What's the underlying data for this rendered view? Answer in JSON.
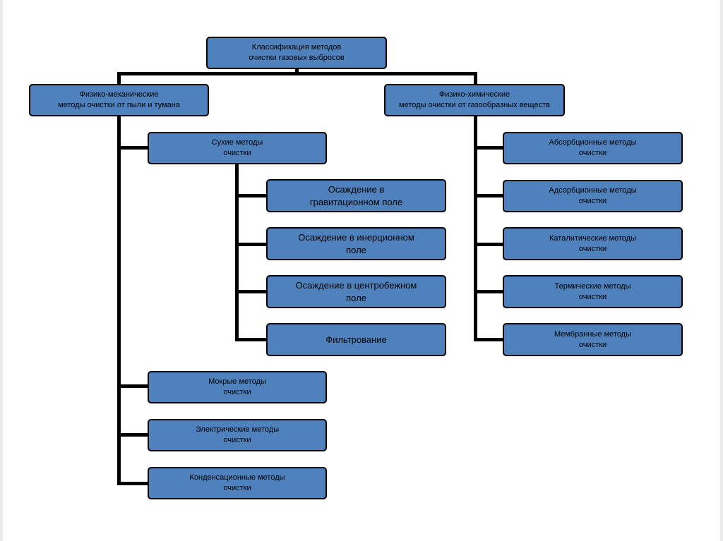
{
  "diagram": {
    "root": {
      "line1": "Классификация методов",
      "line2": "очистки газовых выбросов"
    },
    "mech": {
      "line1": "Физико-механические",
      "line2": "методы очистки от пыли и тумана",
      "children": {
        "dry": {
          "line1": "Сухие методы",
          "line2": "очистки",
          "children": {
            "gravity": {
              "line1": "Осаждение в",
              "line2": "гравитационном поле"
            },
            "inertia": {
              "line1": "Осаждение в инерционном",
              "line2": "поле"
            },
            "centrifugal": {
              "line1": "Осаждение в центробежном",
              "line2": "поле"
            },
            "filtration": {
              "line1": "Фильтрование",
              "line2": ""
            }
          }
        },
        "wet": {
          "line1": "Мокрые методы",
          "line2": "очистки"
        },
        "electric": {
          "line1": "Электрические методы",
          "line2": "очистки"
        },
        "condensation": {
          "line1": "Конденсационные методы",
          "line2": "очистки"
        }
      }
    },
    "chem": {
      "line1": "Физико-химические",
      "line2": "методы очистки от газообразных веществ",
      "children": {
        "absorption": {
          "line1": "Абсорбционные методы",
          "line2": "очистки"
        },
        "adsorption": {
          "line1": "Адсорбционные методы",
          "line2": "очистки"
        },
        "catalytic": {
          "line1": "Каталитические методы",
          "line2": "очистки"
        },
        "thermal": {
          "line1": "Термические методы",
          "line2": "очистки"
        },
        "membrane": {
          "line1": "Мембранные методы",
          "line2": "очистки"
        }
      }
    }
  },
  "colors": {
    "box_fill": "#4f81bd",
    "box_border": "#000000",
    "connector": "#000000",
    "text": "#000000"
  }
}
